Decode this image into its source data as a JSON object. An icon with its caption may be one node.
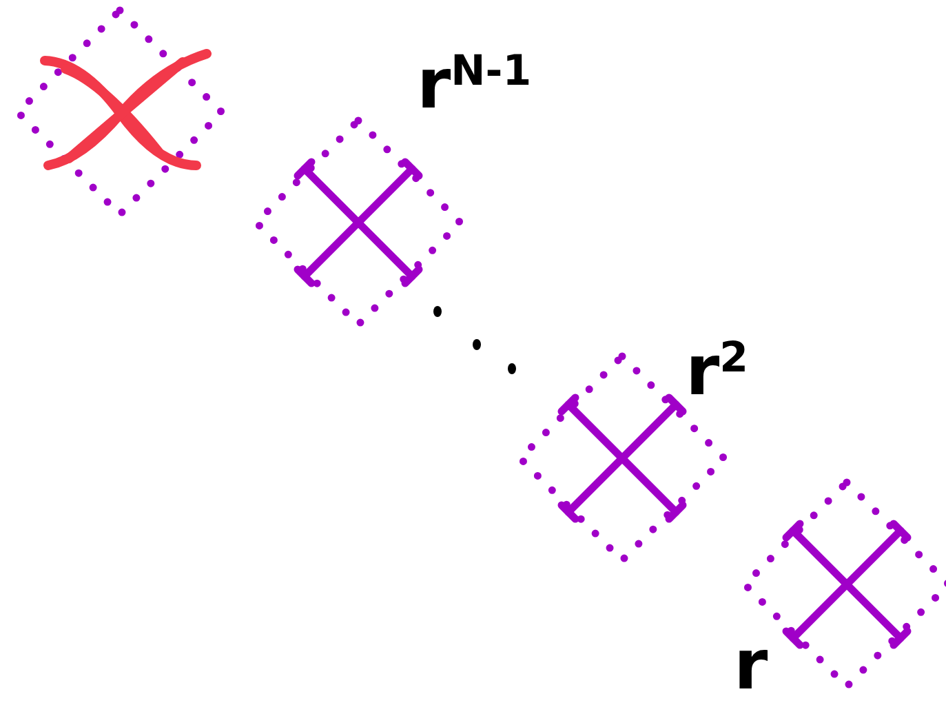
{
  "diagram": {
    "labels": [
      "r$^{N-1}$",
      "r$^{2}$",
      "r"
    ]
  }
}
